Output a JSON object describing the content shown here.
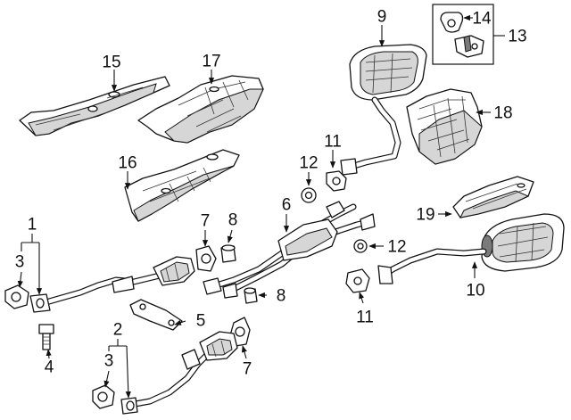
{
  "callouts": [
    {
      "id": "c1",
      "text": "1"
    },
    {
      "id": "c2",
      "text": "2"
    },
    {
      "id": "c3a",
      "text": "3"
    },
    {
      "id": "c3b",
      "text": "3"
    },
    {
      "id": "c4",
      "text": "4"
    },
    {
      "id": "c5",
      "text": "5"
    },
    {
      "id": "c6",
      "text": "6"
    },
    {
      "id": "c7a",
      "text": "7"
    },
    {
      "id": "c7b",
      "text": "7"
    },
    {
      "id": "c8a",
      "text": "8"
    },
    {
      "id": "c8b",
      "text": "8"
    },
    {
      "id": "c9",
      "text": "9"
    },
    {
      "id": "c10",
      "text": "10"
    },
    {
      "id": "c11a",
      "text": "11"
    },
    {
      "id": "c11b",
      "text": "11"
    },
    {
      "id": "c12a",
      "text": "12"
    },
    {
      "id": "c12b",
      "text": "12"
    },
    {
      "id": "c13",
      "text": "13"
    },
    {
      "id": "c14",
      "text": "14"
    },
    {
      "id": "c15",
      "text": "15"
    },
    {
      "id": "c16",
      "text": "16"
    },
    {
      "id": "c17",
      "text": "17"
    },
    {
      "id": "c18",
      "text": "18"
    },
    {
      "id": "c19",
      "text": "19"
    }
  ]
}
